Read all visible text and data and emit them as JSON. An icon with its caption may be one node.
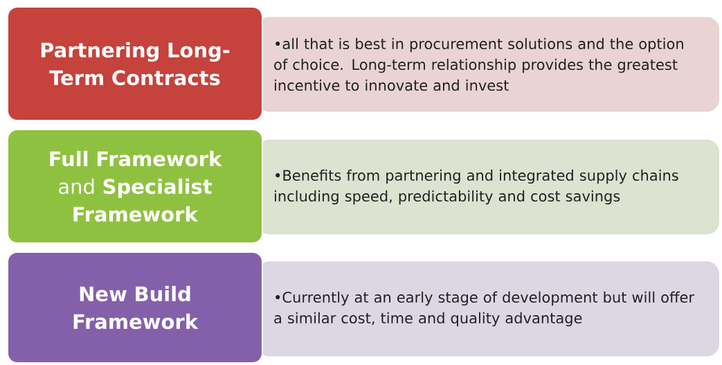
{
  "diagram": {
    "nodes": [
      {
        "text": [
          "Partnering Long-Term Contracts"
        ]
      },
      {
        "text": [
          "•all that is best in procurement solutions and the option of choice. Long-term relationship provides the greatest incentive to innovate and invest"
        ]
      },
      {
        "text": [
          "**Full Framework** and **Specialist Framework**"
        ]
      },
      {
        "text": [
          "•Benefits from partnering and integrated supply chains including speed, predictability and cost savings"
        ]
      },
      {
        "text": [
          "New Build Framework"
        ]
      },
      {
        "text": [
          "•Currently at an early stage of development but will offer a similar cost, time and quality advantage"
        ]
      }
    ]
  }
}
